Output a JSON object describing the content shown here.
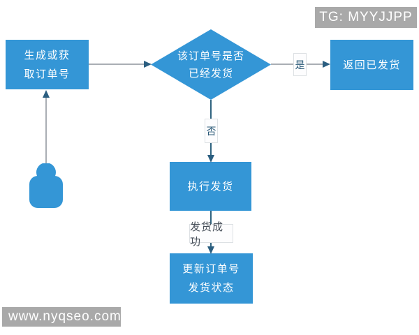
{
  "badge": {
    "text": "TG: MYYJJPP"
  },
  "watermark": {
    "text": "www.nyqseo.com"
  },
  "flowchart": {
    "nodes": {
      "generate": {
        "line1": "生成或获",
        "line2": "取订单号"
      },
      "decision": {
        "line1": "该订单号是否",
        "line2": "已经发货"
      },
      "return_shipped": {
        "label": "返回已发货"
      },
      "execute": {
        "label": "执行发货"
      },
      "update": {
        "line1": "更新订单号",
        "line2": "发货状态"
      }
    },
    "edge_labels": {
      "yes": "是",
      "no": "否",
      "success": "发货成功"
    },
    "icons": {
      "actor": "person-icon"
    }
  },
  "colors": {
    "node_fill": "#3496d6",
    "arrow_head": "#2b5e80",
    "connector_gray": "#a9aeb4",
    "connector_dark": "#2f637f",
    "badge_bg": "#a9a9a9",
    "label_text": "#2b5a78"
  }
}
